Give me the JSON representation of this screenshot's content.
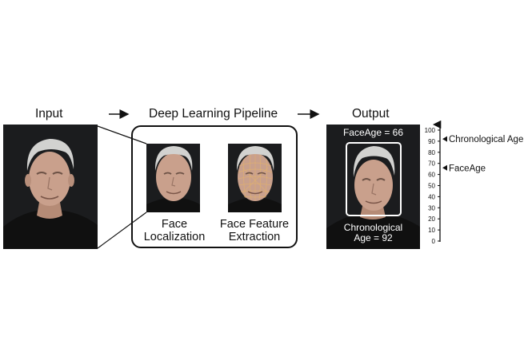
{
  "headings": {
    "input": "Input",
    "pipeline": "Deep Learning Pipeline",
    "output": "Output"
  },
  "captions": {
    "face_localization": "Face\nLocalization",
    "feature_extraction": "Face Feature\nExtraction"
  },
  "output_overlay": {
    "faceage": "FaceAge = 66",
    "chronological": "Chronological\nAge = 92"
  },
  "scale": {
    "ticks": [
      0,
      10,
      20,
      30,
      40,
      50,
      60,
      70,
      80,
      90,
      100
    ],
    "markers": [
      {
        "label": "Chronological Age",
        "value": 92
      },
      {
        "label": "FaceAge",
        "value": 66
      }
    ]
  },
  "colors": {
    "photo_bg": "#1b1c1e",
    "skin": "#c9a08c",
    "hair": "#d2d2d0",
    "shirt": "#101010",
    "feature_mesh": "#e0b070"
  }
}
